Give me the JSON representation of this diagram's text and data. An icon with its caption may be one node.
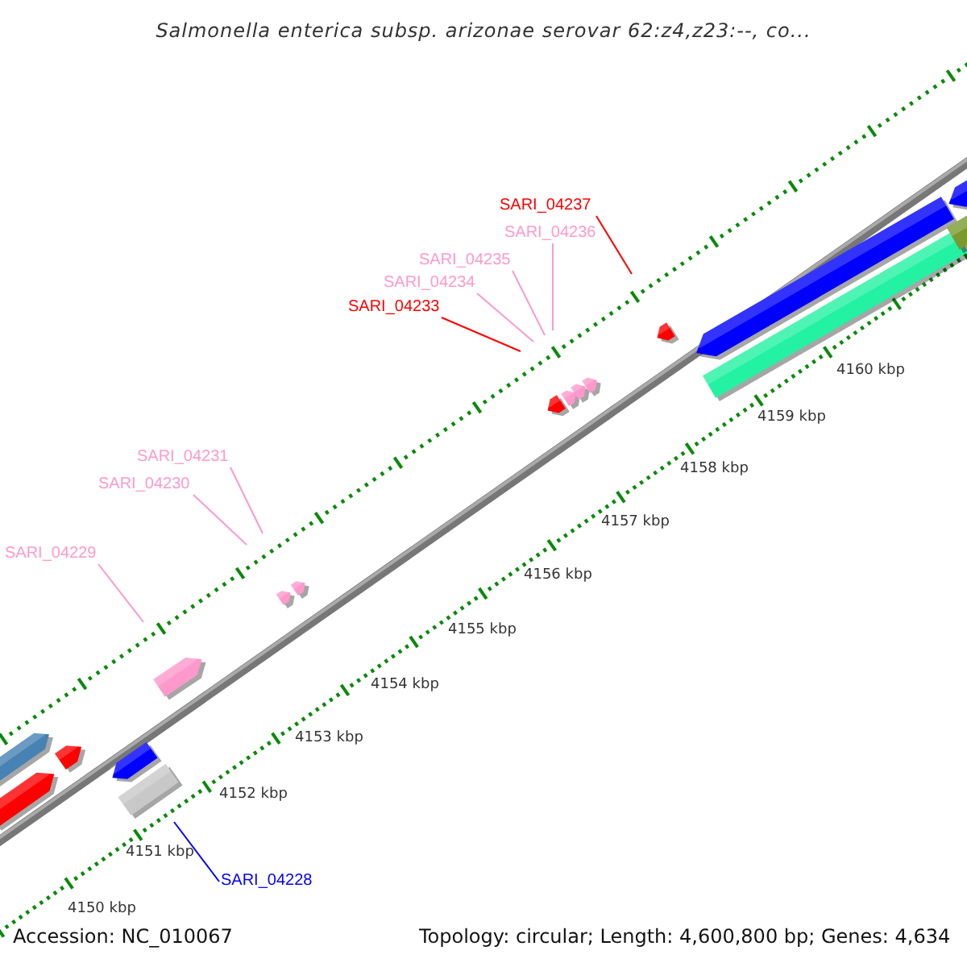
{
  "diagram": {
    "title": "Salmonella enterica subsp. arizonae serovar 62:z4,z23:--, co...",
    "nodes": [
      {
        "text": [
          "SARI_04237"
        ]
      },
      {
        "text": [
          "SARI_04236"
        ]
      },
      {
        "text": [
          "SARI_04235"
        ]
      },
      {
        "text": [
          "SARI_04234"
        ]
      },
      {
        "text": [
          "SARI_04233"
        ]
      },
      {
        "text": [
          "SARI_04231"
        ]
      },
      {
        "text": [
          "SARI_04230"
        ]
      },
      {
        "text": [
          "SARI_04229"
        ]
      },
      {
        "text": [
          "SARI_04228"
        ]
      }
    ],
    "edges": [
      {
        "from": 0,
        "to": null,
        "arrow": "none",
        "color": "#ff0000"
      },
      {
        "from": 1,
        "to": null,
        "arrow": "none"
      },
      {
        "from": 2,
        "to": null,
        "arrow": "none"
      },
      {
        "from": 3,
        "to": null,
        "arrow": "none"
      },
      {
        "from": 4,
        "to": null,
        "arrow": "none",
        "color": "#ff0000"
      },
      {
        "from": 5,
        "to": null,
        "arrow": "none"
      },
      {
        "from": 6,
        "to": null,
        "arrow": "none"
      },
      {
        "from": 7,
        "to": null,
        "arrow": "none"
      },
      {
        "from": 8,
        "to": null,
        "arrow": "none",
        "color": "#0000ff"
      }
    ],
    "labels": [
      "4160 kbp",
      "4159 kbp",
      "4158 kbp",
      "4157 kbp",
      "4156 kbp",
      "4155 kbp",
      "4154 kbp",
      "4153 kbp",
      "4152 kbp",
      "4151 kbp",
      "4150 kbp",
      "Accession: NC_010067",
      "Topology: circular; Length: 4,600,800 bp; Genes: 4,634"
    ]
  }
}
